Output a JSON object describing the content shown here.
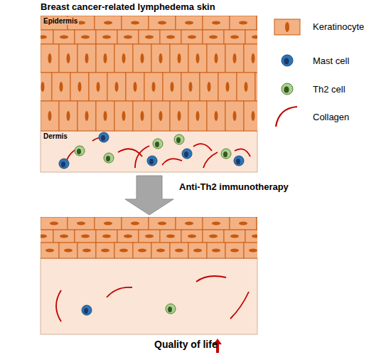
{
  "diagram": {
    "nodes": [
      {
        "text": [
          "Breast cancer-related lymphedema skin",
          "Epidermis",
          "Dermis"
        ]
      },
      {
        "text": [
          "Quality of life"
        ]
      }
    ],
    "edges": [
      {
        "from": 0,
        "to": 1,
        "arrow": "to",
        "label": "Anti-Th2 immunotherapy"
      }
    ],
    "legend": [
      {
        "text": "Keratinocyte"
      },
      {
        "text": "Mast cell"
      },
      {
        "text": "Th2 cell"
      },
      {
        "text": "Collagen"
      }
    ]
  }
}
